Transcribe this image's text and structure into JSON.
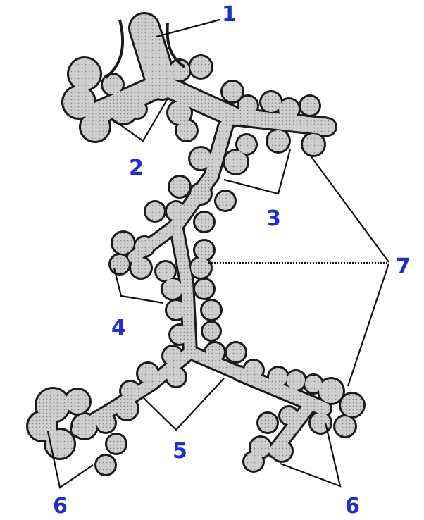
{
  "diagram": {
    "labels": {
      "l1": "1",
      "l2": "2",
      "l3": "3",
      "l4": "4",
      "l5": "5",
      "l6a": "6",
      "l6b": "6",
      "l7": "7"
    },
    "colors": {
      "label": "#1f2fc9",
      "outline": "#1b1b1b",
      "fill": "#cfcfcf"
    }
  }
}
